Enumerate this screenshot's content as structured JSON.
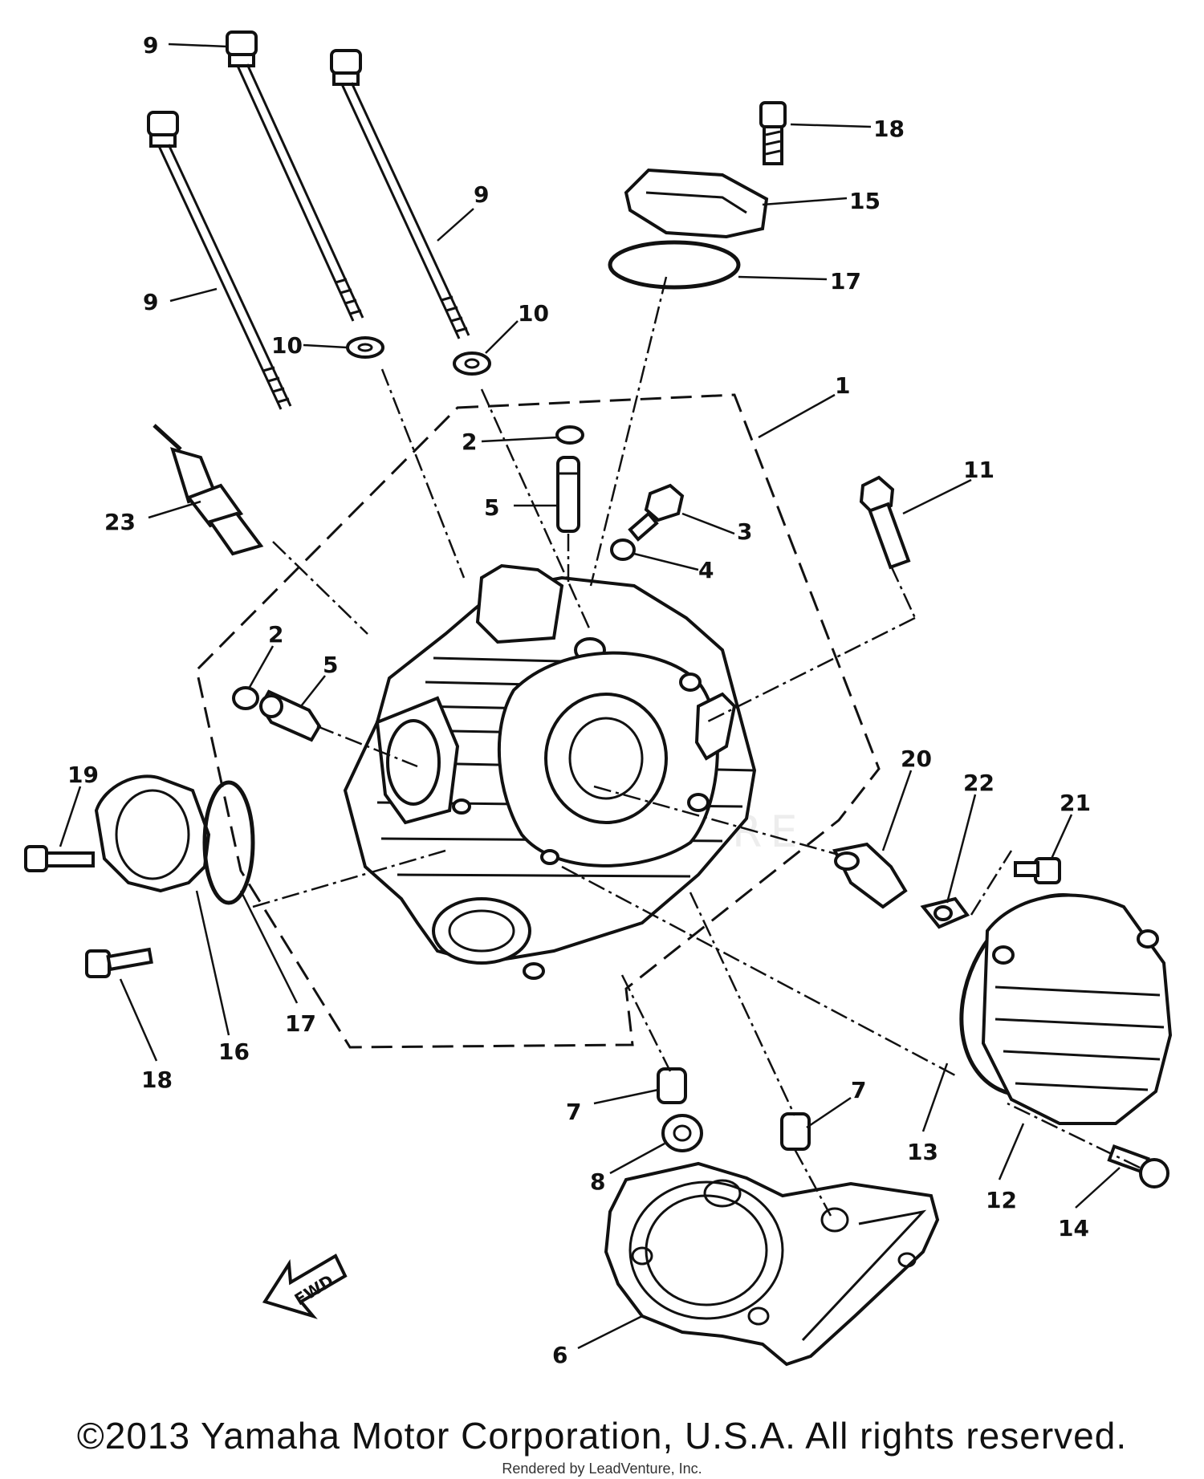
{
  "diagram": {
    "callouts": [
      {
        "id": "c9a",
        "label": "9"
      },
      {
        "id": "c9b",
        "label": "9"
      },
      {
        "id": "c9c",
        "label": "9"
      },
      {
        "id": "c18a",
        "label": "18"
      },
      {
        "id": "c15",
        "label": "15"
      },
      {
        "id": "c17a",
        "label": "17"
      },
      {
        "id": "c10a",
        "label": "10"
      },
      {
        "id": "c10b",
        "label": "10"
      },
      {
        "id": "c1",
        "label": "1"
      },
      {
        "id": "c2a",
        "label": "2"
      },
      {
        "id": "c5a",
        "label": "5"
      },
      {
        "id": "c3",
        "label": "3"
      },
      {
        "id": "c4",
        "label": "4"
      },
      {
        "id": "c11",
        "label": "11"
      },
      {
        "id": "c23",
        "label": "23"
      },
      {
        "id": "c2b",
        "label": "2"
      },
      {
        "id": "c5b",
        "label": "5"
      },
      {
        "id": "c19",
        "label": "19"
      },
      {
        "id": "c20",
        "label": "20"
      },
      {
        "id": "c22",
        "label": "22"
      },
      {
        "id": "c21",
        "label": "21"
      },
      {
        "id": "c17b",
        "label": "17"
      },
      {
        "id": "c16",
        "label": "16"
      },
      {
        "id": "c18b",
        "label": "18"
      },
      {
        "id": "c7a",
        "label": "7"
      },
      {
        "id": "c7b",
        "label": "7"
      },
      {
        "id": "c8",
        "label": "8"
      },
      {
        "id": "c13",
        "label": "13"
      },
      {
        "id": "c12",
        "label": "12"
      },
      {
        "id": "c14",
        "label": "14"
      },
      {
        "id": "c6",
        "label": "6"
      }
    ],
    "fwd_label": "FWD",
    "watermark": "LEADVENTURE"
  },
  "footer": {
    "copyright": "©2013 Yamaha Motor Corporation, U.S.A. All rights reserved.",
    "rendered_by": "Rendered by LeadVenture, Inc."
  }
}
